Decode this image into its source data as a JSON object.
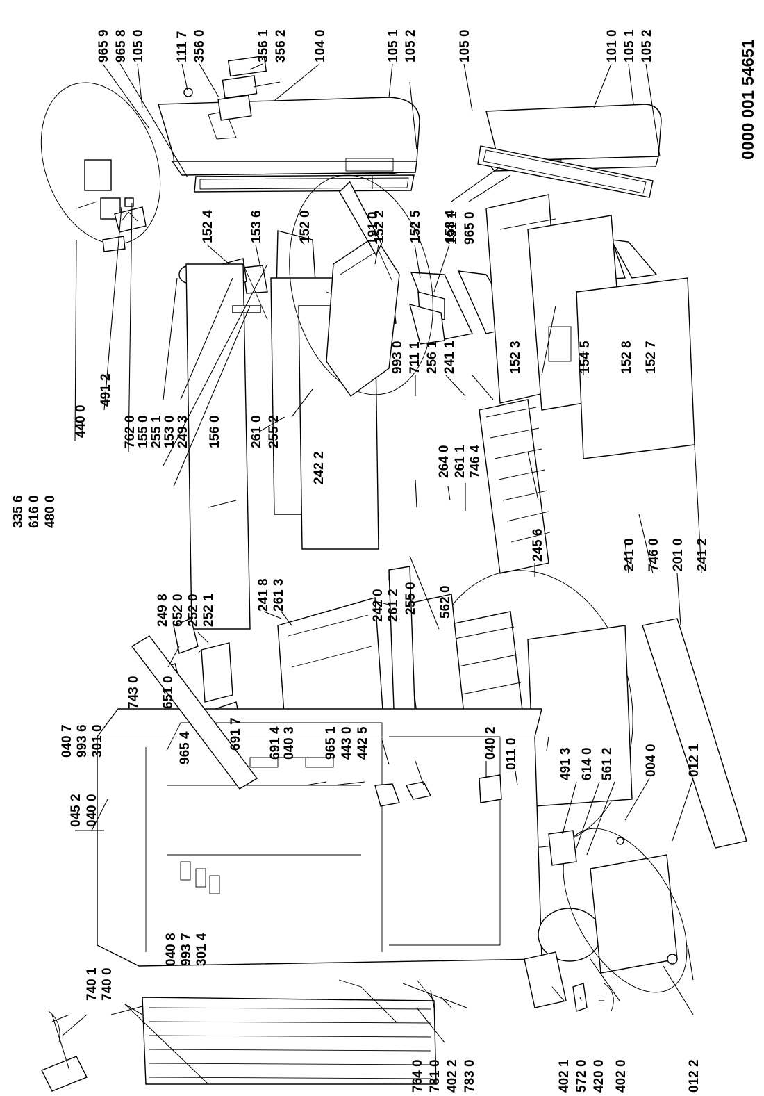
{
  "diagram": {
    "drawing_code": "0000 001 54651",
    "labels": {
      "965_9": "965 9",
      "965_8": "965 8",
      "105_0a": "105 0",
      "111_7": "111 7",
      "356_0": "356 0",
      "356_1": "356 1",
      "356_2": "356 2",
      "104_0": "104 0",
      "105_1a": "105 1",
      "105_2a": "105 2",
      "105_0b": "105 0",
      "101_0": "101 0",
      "105_1b": "105 1",
      "105_2b": "105 2",
      "152_4": "152 4",
      "153_6": "153 6",
      "152_0": "152 0",
      "152_2": "152 2",
      "191_0": "191 0",
      "152_5": "152 5",
      "153_4": "153 4",
      "191_1": "191 1",
      "965_0": "965 0",
      "440_0": "440 0",
      "491_2": "491 2",
      "762_0": "762 0",
      "155_0": "155 0",
      "255_1": "255 1",
      "153_0": "153 0",
      "249_3": "249 3",
      "156_0": "156 0",
      "261_0": "261 0",
      "255_2": "255 2",
      "993_0": "993 0",
      "711_1": "711 1",
      "256_1": "256 1",
      "241_1": "241 1",
      "152_3": "152 3",
      "154_5": "154 5",
      "152_8": "152 8",
      "152_7": "152 7",
      "242_2": "242 2",
      "264_0": "264 0",
      "261_1": "261 1",
      "746_4": "746 4",
      "249_8": "249 8",
      "652_0": "652 0",
      "252_0": "252 0",
      "252_1": "252 1",
      "241_8": "241 8",
      "261_3": "261 3",
      "255_0": "255 0",
      "562_0": "562 0",
      "245_6": "245 6",
      "241_0": "241 0",
      "746_0": "746 0",
      "201_0": "201 0",
      "241_2": "241 2",
      "040_7": "040 7",
      "993_6": "993 6",
      "301_0": "301 0",
      "743_0": "743 0",
      "651_0": "651 0",
      "965_4": "965 4",
      "691_7": "691 7",
      "242_0": "242 0",
      "261_2": "261 2",
      "691_4": "691 4",
      "040_3": "040 3",
      "965_1": "965 1",
      "443_0": "443 0",
      "442_5": "442 5",
      "040_2": "040 2",
      "011_0": "011 0",
      "491_3": "491 3",
      "614_0": "614 0",
      "561_2": "561 2",
      "004_0": "004 0",
      "012_1": "012 1",
      "335_6": "335 6",
      "616_0": "616 0",
      "480_0": "480 0",
      "045_2": "045 2",
      "040_0": "040 0",
      "040_8": "040 8",
      "993_7": "993 7",
      "301_4": "301 4",
      "740_1": "740 1",
      "740_0": "740 0",
      "764_0": "764 0",
      "781_0": "781 0",
      "402_2": "402 2",
      "783_0": "783 0",
      "402_1": "402 1",
      "572_0": "572 0",
      "420_0": "420 0",
      "402_0": "402 0",
      "012_2": "012 2"
    }
  }
}
